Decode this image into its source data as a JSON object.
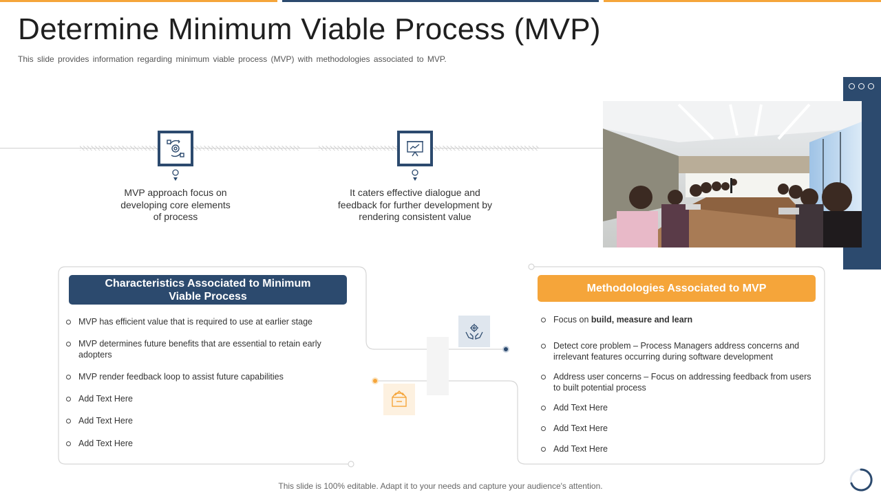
{
  "slide": {
    "title": "Determine Minimum Viable Process (MVP)",
    "subtitle": "This slide provides  information  regarding  minimum viable  process (MVP) with  methodologies  associated to MVP.",
    "footer": "This slide is 100% editable. Adapt it to your needs and capture your audience's attention."
  },
  "timeline": [
    {
      "icon": "process-cycle-icon",
      "text_lines": [
        "MVP approach focus on",
        "developing core elements",
        "of process"
      ]
    },
    {
      "icon": "presentation-board-icon",
      "text_lines": [
        "It caters effective dialogue and",
        "feedback for further development by",
        "rendering consistent value"
      ]
    }
  ],
  "characteristics": {
    "header_lines": [
      "Characteristics Associated to Minimum",
      "Viable Process"
    ],
    "items": [
      "MVP has efficient  value  that is required  to use at earlier stage",
      "MVP determines  future benefits that are essential to retain early adopters",
      "MVP render feedback  loop to assist future capabilities",
      "Add Text Here",
      "Add Text Here",
      "Add Text Here"
    ]
  },
  "methodologies": {
    "header": "Methodologies Associated to MVP",
    "first_item_prefix": "Focus on ",
    "first_item_bold": "build, measure and learn",
    "items": [
      "Detect core problem – Process Managers address concerns and irrelevant  features  occurring  during  software development",
      "Address user concerns – Focus on addressing feedback from users to built potential process",
      "Add Text Here",
      "Add Text Here",
      "Add Text Here"
    ]
  },
  "icons": {
    "hub_top": "hands-gear-icon",
    "hub_bottom": "open-box-icon",
    "photo": "meeting-room-photo"
  },
  "colors": {
    "navy": "#2c4a6e",
    "orange": "#f5a53a"
  }
}
